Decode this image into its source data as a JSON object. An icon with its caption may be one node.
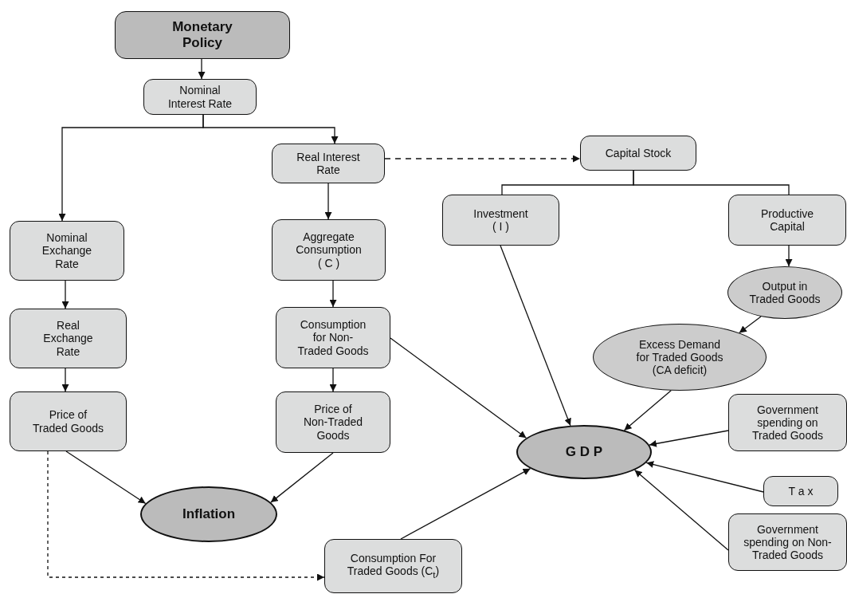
{
  "diagram": {
    "nodes": [
      {
        "text": [
          "Monetary Policy"
        ]
      },
      {
        "text": [
          "Nominal Interest Rate"
        ]
      },
      {
        "text": [
          "Real Interest Rate"
        ]
      },
      {
        "text": [
          "Nominal Exchange Rate"
        ]
      },
      {
        "text": [
          "Aggregate Consumption ( C )"
        ]
      },
      {
        "text": [
          "Real Exchange Rate"
        ]
      },
      {
        "text": [
          "Consumption for Non-Traded Goods"
        ]
      },
      {
        "text": [
          "Price of Traded Goods"
        ]
      },
      {
        "text": [
          "Price of Non-Traded Goods"
        ]
      },
      {
        "text": [
          "Inflation"
        ]
      },
      {
        "text": [
          "Consumption For Traded Goods (C$_{t}$)"
        ]
      },
      {
        "text": [
          "Capital Stock"
        ]
      },
      {
        "text": [
          "Investment ( I )"
        ]
      },
      {
        "text": [
          "Productive Capital"
        ]
      },
      {
        "text": [
          "Output in Traded Goods"
        ]
      },
      {
        "text": [
          "Excess Demand for Traded Goods (CA deficit)"
        ]
      },
      {
        "text": [
          "G D P"
        ]
      },
      {
        "text": [
          "Government spending on Traded Goods"
        ]
      },
      {
        "text": [
          "T a x"
        ]
      },
      {
        "text": [
          "Government spending on Non-Traded Goods"
        ]
      }
    ],
    "edges": [
      {
        "from": 0,
        "to": 1,
        "arrow": "to"
      },
      {
        "from": 1,
        "to": 3,
        "arrow": "to"
      },
      {
        "from": 1,
        "to": 2,
        "arrow": "to"
      },
      {
        "from": 2,
        "to": 11,
        "arrow": "to",
        "style": "dashed"
      },
      {
        "from": 2,
        "to": 4,
        "arrow": "to"
      },
      {
        "from": 3,
        "to": 5,
        "arrow": "to"
      },
      {
        "from": 4,
        "to": 6,
        "arrow": "to"
      },
      {
        "from": 5,
        "to": 7,
        "arrow": "to"
      },
      {
        "from": 6,
        "to": 8,
        "arrow": "to"
      },
      {
        "from": 7,
        "to": 9,
        "arrow": "to"
      },
      {
        "from": 8,
        "to": 9,
        "arrow": "to"
      },
      {
        "from": 6,
        "to": 16,
        "arrow": "to"
      },
      {
        "from": 12,
        "to": 16,
        "arrow": "to"
      },
      {
        "from": 15,
        "to": 16,
        "arrow": "to"
      },
      {
        "from": 17,
        "to": 16,
        "arrow": "to"
      },
      {
        "from": 18,
        "to": 16,
        "arrow": "to"
      },
      {
        "from": 19,
        "to": 16,
        "arrow": "to"
      },
      {
        "from": 10,
        "to": 16,
        "arrow": "to"
      },
      {
        "from": 7,
        "to": 10,
        "arrow": "to",
        "style": "dashed"
      },
      {
        "from": 11,
        "to": 12,
        "arrow": "none"
      },
      {
        "from": 11,
        "to": 13,
        "arrow": "none"
      },
      {
        "from": 13,
        "to": 14,
        "arrow": "to"
      },
      {
        "from": 14,
        "to": 15,
        "arrow": "to"
      }
    ]
  }
}
